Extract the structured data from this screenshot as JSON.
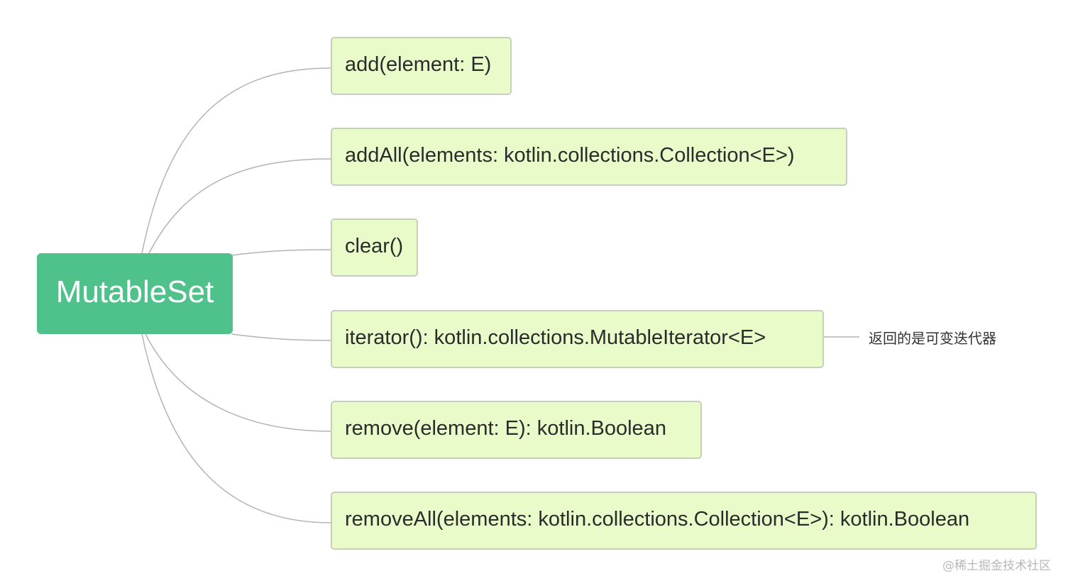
{
  "diagram": {
    "root": {
      "label": "MutableSet"
    },
    "methods": [
      {
        "label": "add(element: E)"
      },
      {
        "label": "addAll(elements: kotlin.collections.Collection<E>)"
      },
      {
        "label": "clear()"
      },
      {
        "label": "iterator(): kotlin.collections.MutableIterator<E>"
      },
      {
        "label": "remove(element: E): kotlin.Boolean"
      },
      {
        "label": "removeAll(elements: kotlin.collections.Collection<E>): kotlin.Boolean"
      }
    ],
    "note": {
      "label": "返回的是可变迭代器"
    }
  },
  "watermark": {
    "text": "@稀土掘金技术社区"
  },
  "colors": {
    "root_fill": "#4fc18b",
    "node_fill": "#e8fbc9",
    "connector": "#b3b3b3"
  }
}
